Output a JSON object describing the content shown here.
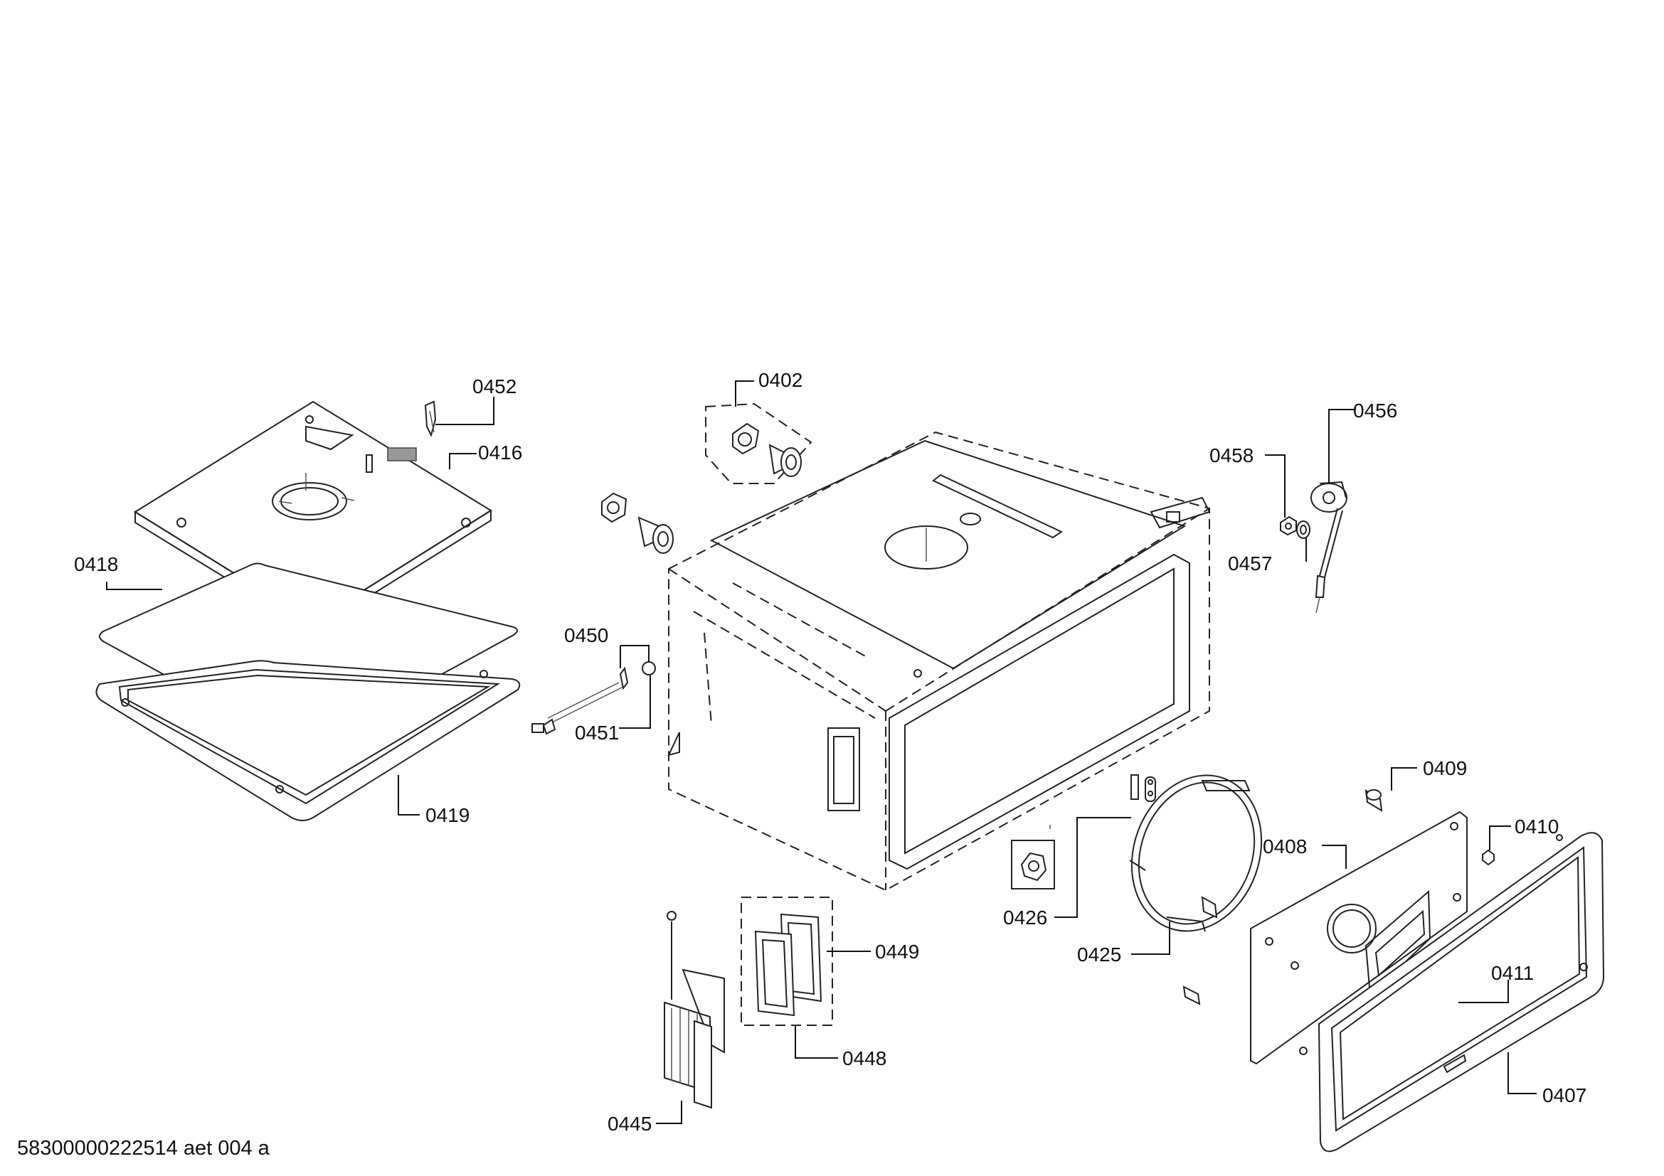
{
  "drawing": {
    "footer_code": "58300000222514 aet 004 a",
    "parts": [
      {
        "id": "0452",
        "label": "0452"
      },
      {
        "id": "0416",
        "label": "0416"
      },
      {
        "id": "0418",
        "label": "0418"
      },
      {
        "id": "0419",
        "label": "0419"
      },
      {
        "id": "0402",
        "label": "0402"
      },
      {
        "id": "0450",
        "label": "0450"
      },
      {
        "id": "0451",
        "label": "0451"
      },
      {
        "id": "0456",
        "label": "0456"
      },
      {
        "id": "0458",
        "label": "0458"
      },
      {
        "id": "0457",
        "label": "0457"
      },
      {
        "id": "0409",
        "label": "0409"
      },
      {
        "id": "0408",
        "label": "0408"
      },
      {
        "id": "0410",
        "label": "0410"
      },
      {
        "id": "0411",
        "label": "0411"
      },
      {
        "id": "0407",
        "label": "0407"
      },
      {
        "id": "0426",
        "label": "0426"
      },
      {
        "id": "0425",
        "label": "0425"
      },
      {
        "id": "0449",
        "label": "0449"
      },
      {
        "id": "0448",
        "label": "0448"
      },
      {
        "id": "0445",
        "label": "0445"
      }
    ]
  }
}
